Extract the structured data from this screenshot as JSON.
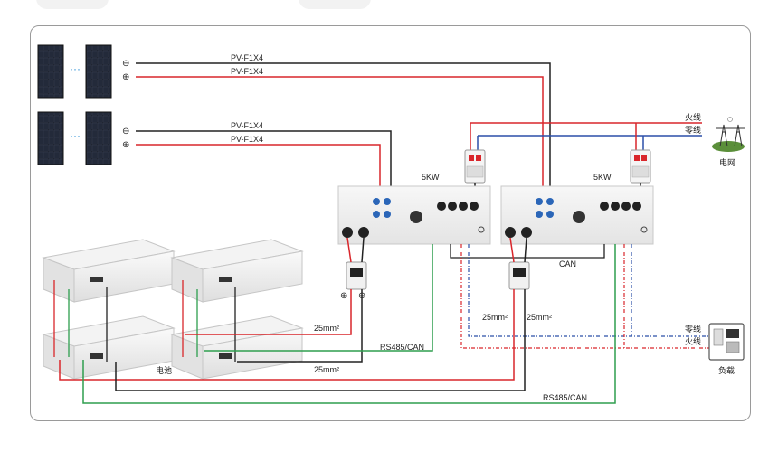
{
  "labels": {
    "cable_top1": "PV-F1X4",
    "cable_top2": "PV-F1X4",
    "cable_mid1": "PV-F1X4",
    "cable_mid2": "PV-F1X4",
    "minus_sign": "⊖",
    "plus_sign": "⊕",
    "inverter1_power": "5KW",
    "inverter2_power": "5KW",
    "live_wire_top": "火线",
    "neutral_wire_top": "零线",
    "grid": "电网",
    "can": "CAN",
    "cable_25mm_1": "25mm²",
    "cable_25mm_2": "25mm²",
    "cable_25mm_3": "25mm²",
    "cable_25mm_4": "25mm²",
    "rs485_1": "RS485/CAN",
    "rs485_2": "RS485/CAN",
    "battery": "电池",
    "neutral_wire_bottom": "零线",
    "live_wire_bottom": "火线",
    "load": "负载"
  },
  "colors": {
    "pv_negative": "#222222",
    "pv_positive": "#d9262b",
    "live": "#d9262b",
    "neutral": "#2b4fa8",
    "comm": "#2e9e4e",
    "frame": "#9a9a9a"
  },
  "icons": [
    "solar-panel-icon",
    "inverter-icon",
    "breaker-icon",
    "battery-icon",
    "grid-tower-icon",
    "load-icon"
  ]
}
